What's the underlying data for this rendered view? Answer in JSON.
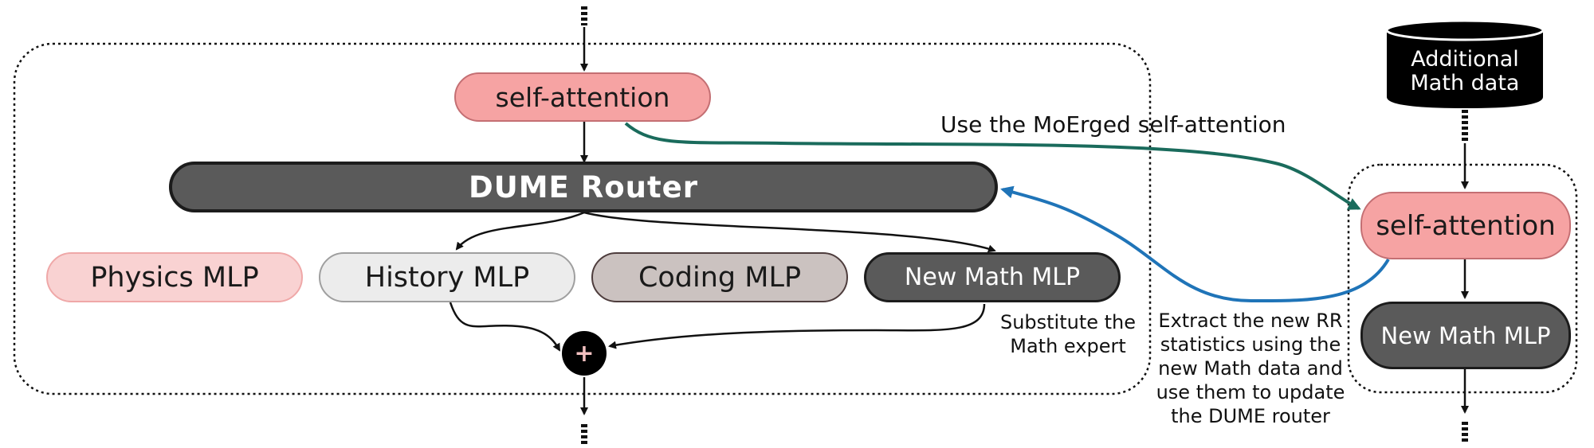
{
  "main_block": {
    "self_attention_label": "self-attention",
    "router_label": "DUME Router",
    "experts": [
      {
        "label": "Physics MLP"
      },
      {
        "label": "History MLP"
      },
      {
        "label": "Coding MLP"
      },
      {
        "label": "New Math MLP"
      }
    ],
    "sum_symbol": "+",
    "substitute_note": "Substitute the Math expert"
  },
  "side_block": {
    "data_source_label": "Additional Math data",
    "self_attention_label": "self-attention",
    "new_math_mlp_label": "New Math MLP"
  },
  "annotations": {
    "merge_arrow_label": "Use the MoErged self-attention",
    "update_note": "Extract the new RR statistics using the new Math data and use them to update the DUME router"
  },
  "colors": {
    "attention_fill": "#f6a3a3",
    "router_fill": "#5a5a5a",
    "merge_arrow": "#1a6b5c",
    "update_arrow": "#1f74b8"
  }
}
